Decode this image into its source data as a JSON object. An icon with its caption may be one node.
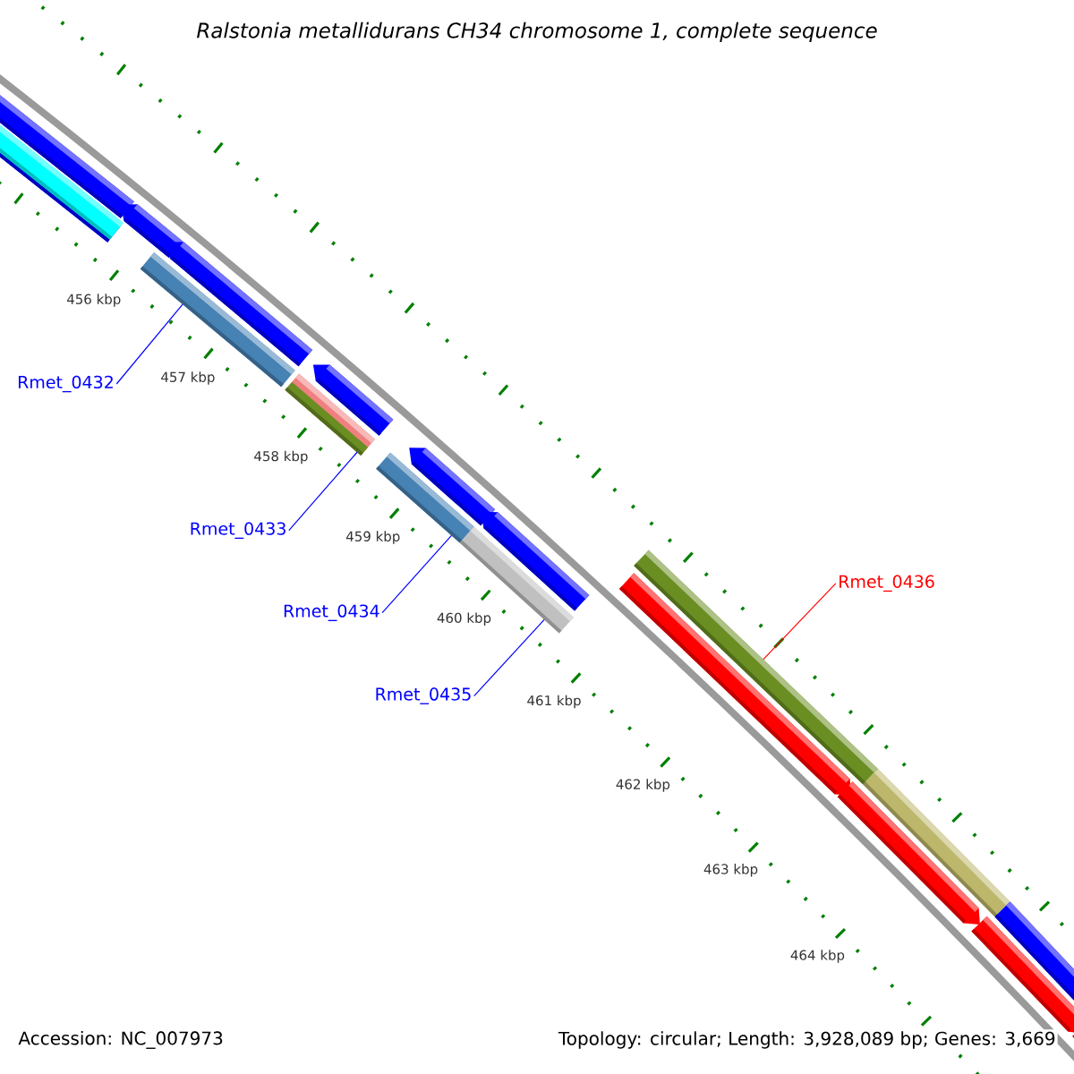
{
  "diagram": {
    "title": "Ralstonia metallidurans CH34 chromosome 1, complete sequence",
    "nodes": [
      {
        "text": [
          "Rmet_0432"
        ]
      },
      {
        "text": [
          "Rmet_0433"
        ]
      },
      {
        "text": [
          "Rmet_0434"
        ]
      },
      {
        "text": [
          "Rmet_0435"
        ]
      },
      {
        "text": [
          "Rmet_0436"
        ]
      },
      {
        "text": [],
        "shape": "bar"
      },
      {
        "text": [],
        "shape": "bar"
      },
      {
        "text": [],
        "shape": "bar"
      },
      {
        "text": [],
        "shape": "bar"
      },
      {
        "text": [],
        "shape": "bar"
      }
    ],
    "edges": [
      {
        "from": 0,
        "to": 5,
        "arrow": "none"
      },
      {
        "from": 1,
        "to": 6,
        "arrow": "none"
      },
      {
        "from": 2,
        "to": 7,
        "arrow": "none"
      },
      {
        "from": 3,
        "to": 8,
        "arrow": "none"
      },
      {
        "from": 4,
        "to": 9,
        "arrow": "none",
        "color": "#ff0000"
      }
    ],
    "labels": [
      "456 kbp",
      "457 kbp",
      "458 kbp",
      "459 kbp",
      "460 kbp",
      "461 kbp",
      "462 kbp",
      "463 kbp",
      "464 kbp",
      "Accession: NC_007973",
      "Topology: circular; Length: 3,928,089 bp; Genes: 3,669"
    ]
  }
}
